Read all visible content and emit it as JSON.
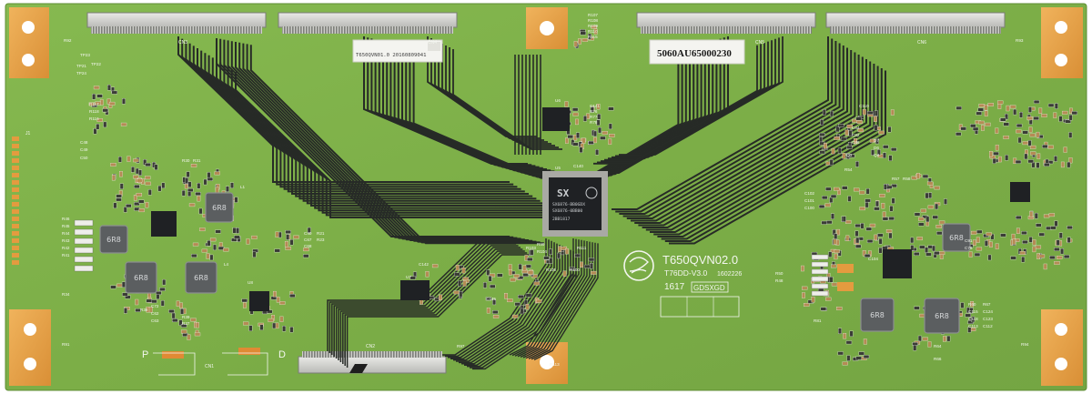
{
  "colors": {
    "pcb": "#7fb24a",
    "pcb_dark": "#6a9a3b",
    "trace": "#2a2e2a",
    "gold": "#e6a046",
    "pad_light": "#f0e8d2",
    "chip": "#1f2124",
    "silk": "#f3f6ef"
  },
  "board": {
    "model": "T650QVN02.0",
    "version": "T76DD-V3.0",
    "date_code": "1602226",
    "mark_code": "GDSXGD",
    "week": "1617",
    "barcode_label": "5060AU65000230",
    "small_label": "T650QVN01.0  20160809041"
  },
  "main_ic": {
    "logo": "SX",
    "line1": "SX6876-BB0GDX",
    "line2": "SX6876-0BB00",
    "line3": "2BB1817"
  },
  "connectors": {
    "cn1": "CN1",
    "cn2": "CN2",
    "cn3": "CN3",
    "cn4": "CN4",
    "cn5": "CN5",
    "cn6": "CN6",
    "j1": "J1"
  },
  "inductor_mark": "6R8",
  "edge_letters": {
    "p": "P",
    "d": "D"
  },
  "component_labels": [
    {
      "text": "R107"
    },
    {
      "text": "R108"
    },
    {
      "text": "R109"
    },
    {
      "text": "R110"
    },
    {
      "text": "R115"
    },
    {
      "text": "U6"
    },
    {
      "text": "C141"
    },
    {
      "text": "R76"
    },
    {
      "text": "R77"
    },
    {
      "text": "R78"
    },
    {
      "text": "U5"
    },
    {
      "text": "C140"
    },
    {
      "text": "R99"
    },
    {
      "text": "R105"
    },
    {
      "text": "R100"
    },
    {
      "text": "R103"
    },
    {
      "text": "R104"
    },
    {
      "text": "R111"
    },
    {
      "text": "U7"
    },
    {
      "text": "C142"
    },
    {
      "text": "C145"
    },
    {
      "text": "R97"
    },
    {
      "text": "R113"
    },
    {
      "text": "R91"
    },
    {
      "text": "R94"
    },
    {
      "text": "R92"
    },
    {
      "text": "R93"
    },
    {
      "text": "R46"
    },
    {
      "text": "R45"
    },
    {
      "text": "R44"
    },
    {
      "text": "R43"
    },
    {
      "text": "R42"
    },
    {
      "text": "R41"
    },
    {
      "text": "R34"
    },
    {
      "text": "C48"
    },
    {
      "text": "C49"
    },
    {
      "text": "C50"
    },
    {
      "text": "R30"
    },
    {
      "text": "R31"
    },
    {
      "text": "L1"
    },
    {
      "text": "L4"
    },
    {
      "text": "C40"
    },
    {
      "text": "R21"
    },
    {
      "text": "C67"
    },
    {
      "text": "R23"
    },
    {
      "text": "C68"
    },
    {
      "text": "R38"
    },
    {
      "text": "C72"
    },
    {
      "text": "C62"
    },
    {
      "text": "C63"
    },
    {
      "text": "R39"
    },
    {
      "text": "R37"
    },
    {
      "text": "U8"
    },
    {
      "text": "R54"
    },
    {
      "text": "R57"
    },
    {
      "text": "R58"
    },
    {
      "text": "C102"
    },
    {
      "text": "C101"
    },
    {
      "text": "C100"
    },
    {
      "text": "C91"
    },
    {
      "text": "C76"
    },
    {
      "text": "R50"
    },
    {
      "text": "R48"
    },
    {
      "text": "C104"
    },
    {
      "text": "R60"
    },
    {
      "text": "R67"
    },
    {
      "text": "C115"
    },
    {
      "text": "C124"
    },
    {
      "text": "C118"
    },
    {
      "text": "C123"
    },
    {
      "text": "C113"
    },
    {
      "text": "C112"
    },
    {
      "text": "R64"
    },
    {
      "text": "R66"
    },
    {
      "text": "C84"
    },
    {
      "text": "C82"
    },
    {
      "text": "C86"
    },
    {
      "text": "D7"
    },
    {
      "text": "D6"
    },
    {
      "text": "C110"
    },
    {
      "text": "Q3"
    },
    {
      "text": "Q4"
    },
    {
      "text": "R81"
    },
    {
      "text": "TP21"
    },
    {
      "text": "TP23"
    },
    {
      "text": "TP24"
    },
    {
      "text": "TP22"
    },
    {
      "text": "R117"
    },
    {
      "text": "R118"
    },
    {
      "text": "R116"
    }
  ]
}
